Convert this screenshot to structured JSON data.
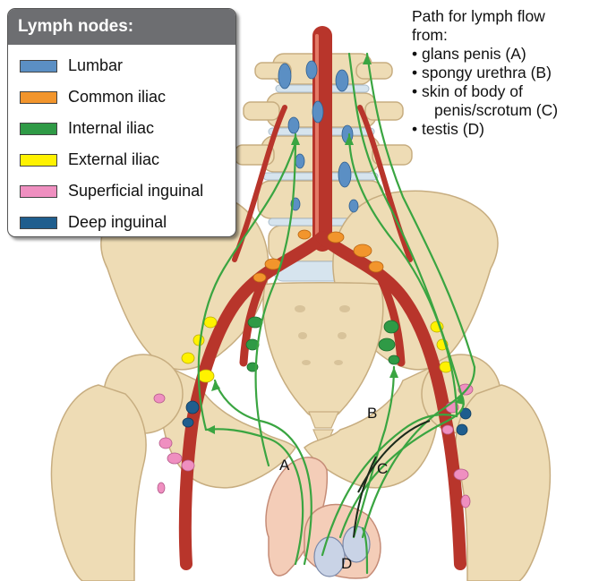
{
  "legend": {
    "title": "Lymph nodes:",
    "items": [
      {
        "label": "Lumbar",
        "color": "#5b8fc4"
      },
      {
        "label": "Common iliac",
        "color": "#f2952c"
      },
      {
        "label": "Internal iliac",
        "color": "#2f9a46"
      },
      {
        "label": "External iliac",
        "color": "#fff200"
      },
      {
        "label": "Superficial inguinal",
        "color": "#ef8fc0"
      },
      {
        "label": "Deep inguinal",
        "color": "#1f5e8e"
      }
    ]
  },
  "caption": {
    "line1": "Path for lymph flow",
    "line2": "from:",
    "items": [
      {
        "text": "• glans penis (A)"
      },
      {
        "text": "• spongy urethra (B)"
      },
      {
        "text": "• skin of body of",
        "continuation": "penis/scrotum (C)"
      },
      {
        "text": "• testis (D)"
      }
    ]
  },
  "path_labels": {
    "a": "A",
    "b": "B",
    "c": "C",
    "d": "D"
  },
  "colors": {
    "bone": "#eedcb5",
    "bone_outline": "#c7ad80",
    "vessel": "#b8352b",
    "vessel_highlight": "#e37a66",
    "path_line": "#3aa541",
    "skin": "#f4cdb8"
  }
}
